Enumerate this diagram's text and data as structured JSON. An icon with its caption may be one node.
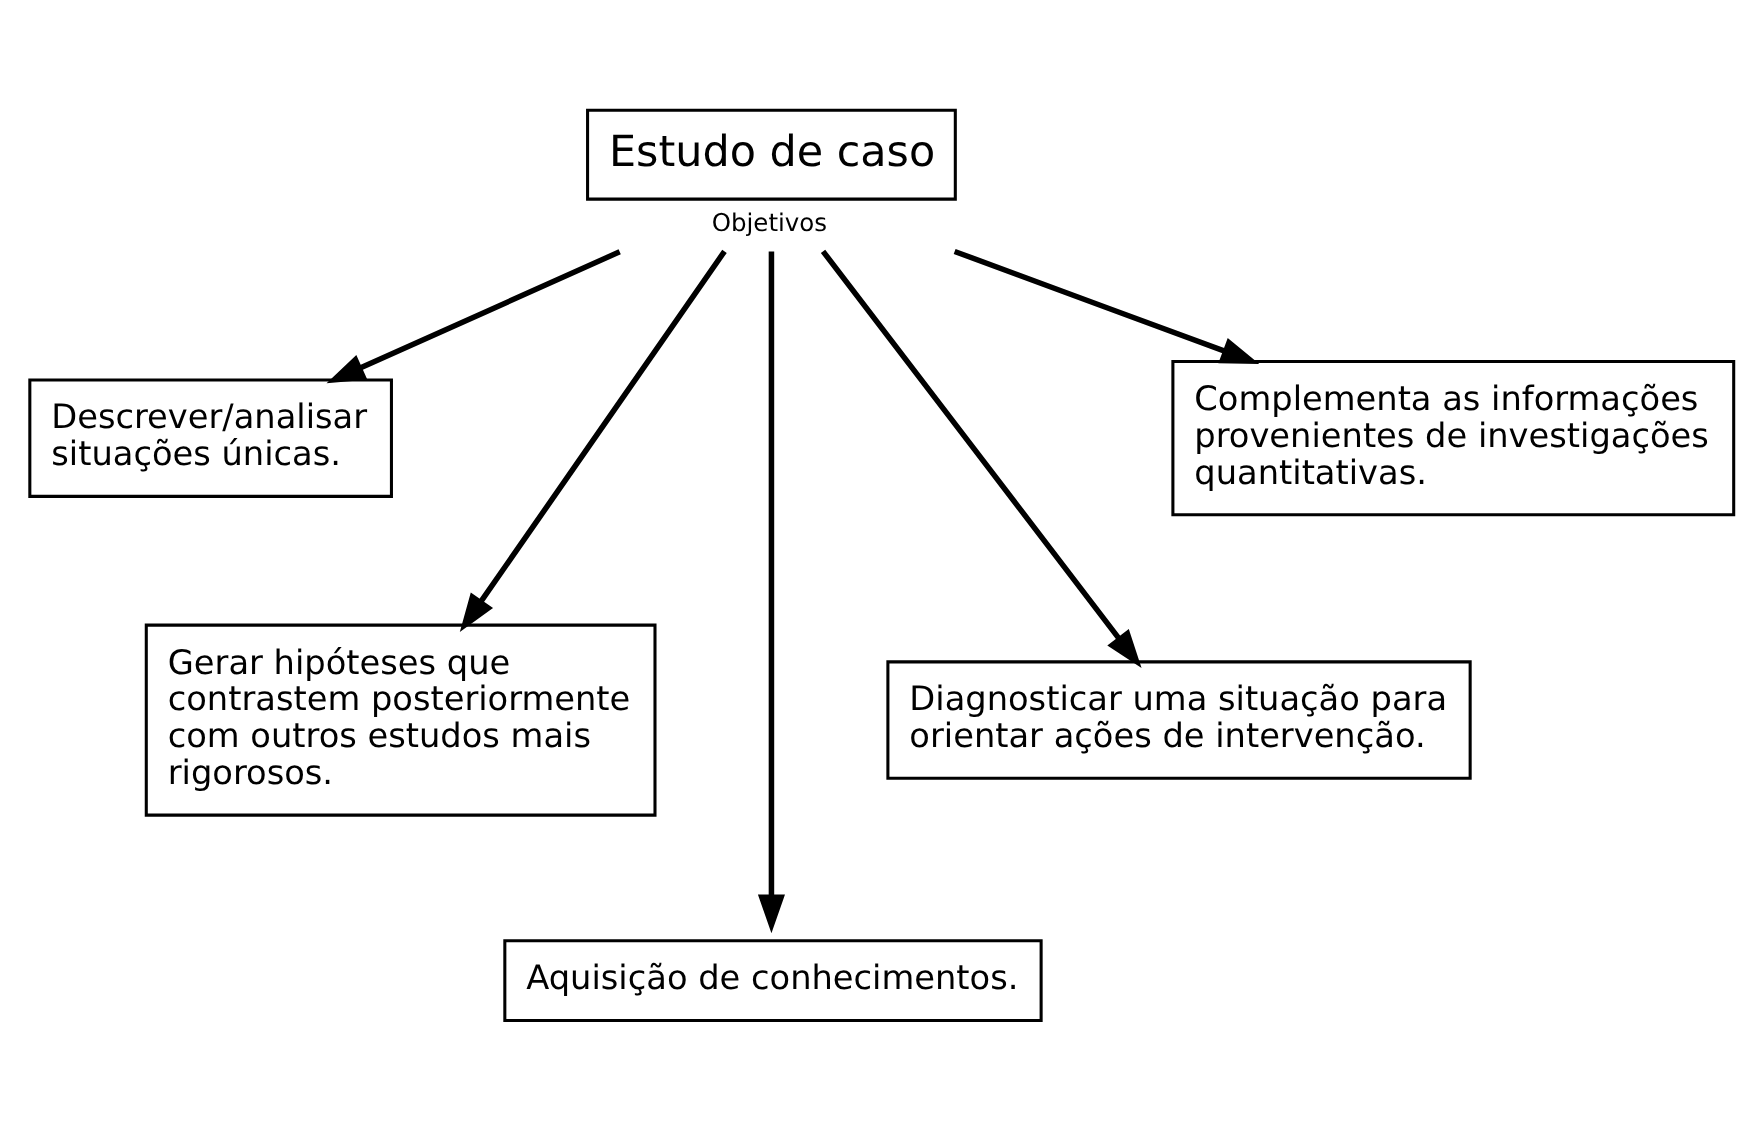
{
  "diagram": {
    "nodes": [
      {
        "text": [
          "Estudo de caso"
        ],
        "beside": [
          "Objetivos"
        ]
      },
      {
        "text": [
          "Descrever/analisar situações únicas."
        ]
      },
      {
        "text": [
          "Complementa as informações provenientes de investigações quantitativas."
        ]
      },
      {
        "text": [
          "Gerar hipóteses que contrastem posteriormente com outros estudos mais rigorosos."
        ]
      },
      {
        "text": [
          "Diagnosticar uma situação para orientar ações de intervenção."
        ]
      },
      {
        "text": [
          "Aquisição de conhecimentos."
        ]
      }
    ],
    "edges": [
      {
        "from": 0,
        "to": 1,
        "arrow": "to"
      },
      {
        "from": 0,
        "to": 3,
        "arrow": "to"
      },
      {
        "from": 0,
        "to": 5,
        "arrow": "to"
      },
      {
        "from": 0,
        "to": 4,
        "arrow": "to"
      },
      {
        "from": 0,
        "to": 2,
        "arrow": "to"
      }
    ]
  }
}
